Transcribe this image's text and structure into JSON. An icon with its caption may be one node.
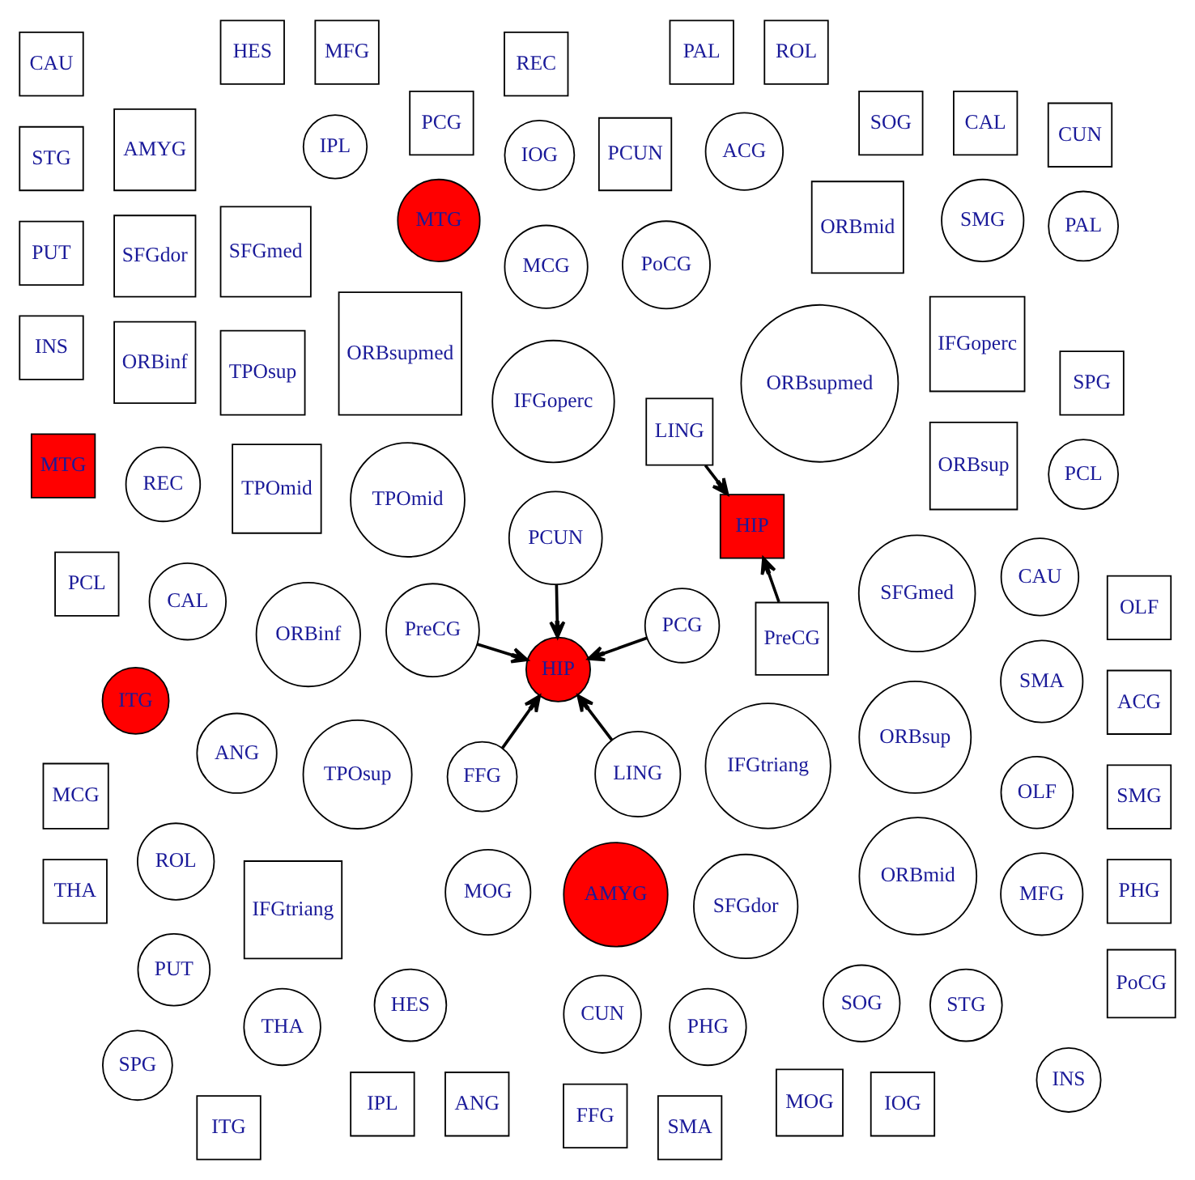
{
  "diagram": {
    "nodes": [
      {
        "text": [
          "ANG"
        ]
      },
      {
        "text": [
          "IOG"
        ]
      },
      {
        "text": [
          "SMG"
        ]
      },
      {
        "text": [
          "IPL"
        ]
      },
      {
        "text": [
          "ITG"
        ]
      },
      {
        "text": [
          "MTG"
        ]
      },
      {
        "text": [
          "MOG"
        ]
      },
      {
        "text": [
          "SOG"
        ]
      },
      {
        "text": [
          "FFG"
        ]
      },
      {
        "text": [
          "SPG"
        ]
      },
      {
        "text": [
          "STG"
        ]
      },
      {
        "text": [
          "TPOmid"
        ]
      },
      {
        "text": [
          "HES"
        ]
      },
      {
        "text": [
          "CUN"
        ]
      },
      {
        "text": [
          "CAL"
        ]
      },
      {
        "text": [
          "LING"
        ]
      },
      {
        "text": [
          "HIP"
        ]
      },
      {
        "text": [
          "PoCG"
        ]
      },
      {
        "text": [
          "PHG"
        ]
      },
      {
        "text": [
          "ROL"
        ]
      },
      {
        "text": [
          "AMYG"
        ]
      },
      {
        "text": [
          "TPOsup"
        ]
      },
      {
        "text": [
          "PCUN"
        ]
      },
      {
        "text": [
          "PCG"
        ]
      },
      {
        "text": [
          "IFGoperc"
        ]
      },
      {
        "text": [
          "INS"
        ]
      },
      {
        "text": [
          "PreCG"
        ]
      },
      {
        "text": [
          "PUT"
        ]
      },
      {
        "text": [
          "THA"
        ]
      },
      {
        "text": [
          "PCL"
        ]
      },
      {
        "text": [
          "IFGtriang"
        ]
      },
      {
        "text": [
          "ORBinf"
        ]
      },
      {
        "text": [
          "MCG"
        ]
      },
      {
        "text": [
          "PAL"
        ]
      },
      {
        "text": [
          "MFG"
        ]
      },
      {
        "text": [
          "OLF"
        ]
      },
      {
        "text": [
          "SFGdor"
        ]
      },
      {
        "text": [
          "SMA"
        ]
      },
      {
        "text": [
          "CAU"
        ]
      },
      {
        "text": [
          "ORBmid"
        ]
      },
      {
        "text": [
          "ORBsup"
        ]
      },
      {
        "text": [
          "REC"
        ]
      },
      {
        "text": [
          "ACG"
        ]
      },
      {
        "text": [
          "SFGmed"
        ]
      },
      {
        "text": [
          "ORBsupmed"
        ]
      },
      {
        "text": [
          "CUN"
        ]
      },
      {
        "text": [
          "CAL"
        ]
      },
      {
        "text": [
          "SOG"
        ]
      },
      {
        "text": [
          "PCG"
        ]
      },
      {
        "text": [
          "PCUN"
        ]
      },
      {
        "text": [
          "LING"
        ]
      },
      {
        "text": [
          "MOG"
        ]
      },
      {
        "text": [
          "IOG"
        ]
      },
      {
        "text": [
          "SPG"
        ]
      },
      {
        "text": [
          "IPL"
        ]
      },
      {
        "text": [
          "ANG"
        ]
      },
      {
        "text": [
          "FFG"
        ]
      },
      {
        "text": [
          "PCL"
        ]
      },
      {
        "text": [
          "SMA"
        ]
      },
      {
        "text": [
          "MCG"
        ]
      },
      {
        "text": [
          "THA"
        ]
      },
      {
        "text": [
          "HIP"
        ]
      },
      {
        "text": [
          "ITG"
        ]
      },
      {
        "text": [
          "MTG"
        ]
      },
      {
        "text": [
          "PoCG"
        ]
      },
      {
        "text": [
          "PHG"
        ]
      },
      {
        "text": [
          "SMG"
        ]
      },
      {
        "text": [
          "AMYG"
        ]
      },
      {
        "text": [
          "TPOmid"
        ]
      },
      {
        "text": [
          "ACG"
        ]
      },
      {
        "text": [
          "OLF"
        ]
      },
      {
        "text": [
          "REC"
        ]
      },
      {
        "text": [
          "SFGmed"
        ]
      },
      {
        "text": [
          "CAU"
        ]
      },
      {
        "text": [
          "PreCG"
        ]
      },
      {
        "text": [
          "STG"
        ]
      },
      {
        "text": [
          "TPOsup"
        ]
      },
      {
        "text": [
          "PUT"
        ]
      },
      {
        "text": [
          "INS"
        ]
      },
      {
        "text": [
          "ORBsupmed"
        ]
      },
      {
        "text": [
          "SFGdor"
        ]
      },
      {
        "text": [
          "ROL"
        ]
      },
      {
        "text": [
          "ORBsup"
        ]
      },
      {
        "text": [
          "PAL"
        ]
      },
      {
        "text": [
          "ORBinf"
        ]
      },
      {
        "text": [
          "IFGoperc"
        ]
      },
      {
        "text": [
          "MFG"
        ]
      },
      {
        "text": [
          "HES"
        ]
      },
      {
        "text": [
          "IFGtriang"
        ]
      },
      {
        "text": [
          "ORBmid"
        ]
      }
    ],
    "edges": [
      {
        "from": 8,
        "to": 16,
        "arrow": "to"
      },
      {
        "from": 15,
        "to": 16,
        "arrow": "to"
      },
      {
        "from": 22,
        "to": 16,
        "arrow": "to"
      },
      {
        "from": 23,
        "to": 16,
        "arrow": "to"
      },
      {
        "from": 26,
        "to": 16,
        "arrow": "to"
      },
      {
        "from": 50,
        "to": 61,
        "arrow": "to"
      },
      {
        "from": 74,
        "to": 61,
        "arrow": "to"
      }
    ]
  }
}
